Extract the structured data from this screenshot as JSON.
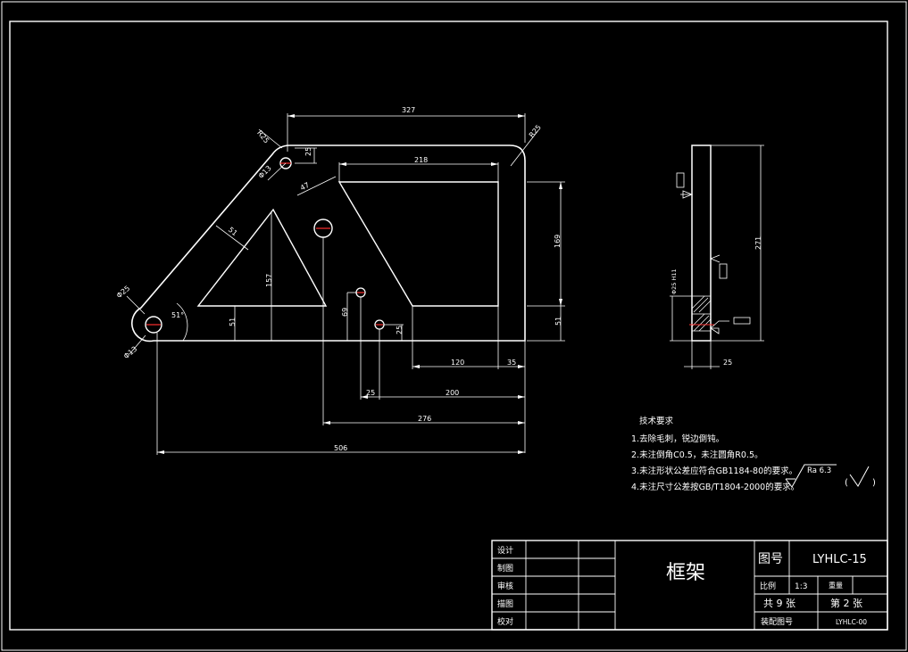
{
  "dimensions": {
    "d327": "327",
    "d218": "218",
    "r25_top": "R25",
    "d25_hole_off": "25",
    "r25_right": "R25",
    "phi13_top": "Φ13",
    "d47": "47",
    "d51_arm": "51",
    "d169": "169",
    "d157": "157",
    "phi25": "Φ25",
    "phi13_left": "Φ13",
    "ang51": "51°",
    "d51_left": "51",
    "d69": "69",
    "d25_small": "25",
    "d51_right": "51",
    "d120": "120",
    "d35": "35",
    "d25_lower": "25",
    "d200": "200",
    "d276": "276",
    "d506": "506",
    "side_271": "271",
    "side_25": "25",
    "side_phi": "Φ25 H11"
  },
  "notes": {
    "title": "技术要求",
    "items": [
      "1.去除毛刺，锐边倒钝。",
      "2.未注倒角C0.5，未注圆角R0.5。",
      "3.未注形状公差应符合GB1184-80的要求。",
      "4.未注尺寸公差按GB/T1804-2000的要求。"
    ],
    "roughness": "Ra 6.3"
  },
  "title_block": {
    "row_labels": [
      "设计",
      "制图",
      "审核",
      "描图",
      "校对"
    ],
    "part_name": "框架",
    "drawing_no_label": "图号",
    "drawing_no": "LYHLC-15",
    "scale_label": "比例",
    "scale": "1:3",
    "weight_label": "重量",
    "total_sheets": "共 9 张",
    "sheet_no": "第 2 张",
    "assembly_label": "装配图号",
    "assembly_no": "LYHLC-00"
  }
}
